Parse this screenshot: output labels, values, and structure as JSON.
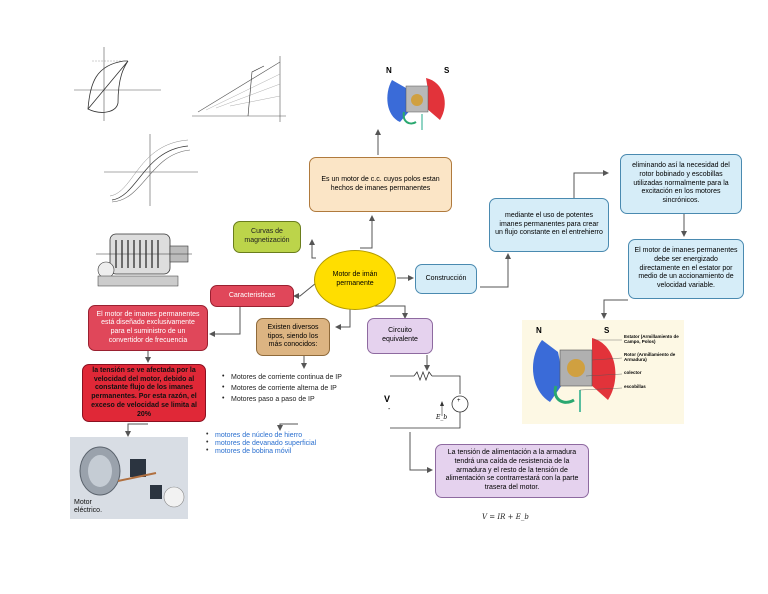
{
  "nodes": {
    "center": "Motor de imán permanente",
    "definition": "Es un motor de c.c. cuyos polos estan hechos de imanes permanentes",
    "curvas": "Curvas de magnetización",
    "caracteristicas": "Caracteristicas",
    "construccion": "Construcción",
    "circuito": "Circuito equivalente",
    "existen": "Existen diversos tipos, siendo los más conocidos:",
    "disenado": "El motor de imanes permanentes está diseñado exclusivamente para el suministro de un convertidor de frecuencia",
    "tension_vel": "la tensión se ve afectada por la velocidad del motor, debido al constante flujo de los imanes permanentes. Por esta razón, el exceso de velocidad se limita al 20%",
    "mediante": "mediante el uso de potentes imanes permanentes para crear un flujo constante en el entrehierro",
    "eliminando": "eliminando así la necesidad del rotor bobinado y escobillas utilizadas normalmente para la excitación en los motores sincrónicos.",
    "estator": "El motor de imanes permanentes debe ser energizado directamente en el estator por medio de un accionamiento de velocidad variable.",
    "tension_alim": "La tensión de alimentación a la armadura tendrá una caída de resistencia de la armadura y el resto de la tensión de alimentación se contrarrestará con la parte trasera del motor."
  },
  "types_list": [
    "Motores de corriente continua de IP",
    "Motores de corriente alterna de IP",
    "Motores paso a paso de IP"
  ],
  "link_list": [
    "motores de núcleo de hierro",
    "motores de devanado superficial",
    "motores de bobina móvil"
  ],
  "equation": "V = IR + E_b",
  "photo_caption": "Motor eléctrico.",
  "circuit": {
    "v_label": "V",
    "eb_label": "E_b",
    "minus": "-",
    "plus": "+"
  },
  "motor_labels": {
    "north": "N",
    "south": "S",
    "estator": "Estator (Armillamiento de Campo, Polos)",
    "rotor": "Rotor (Armillamiento de Armadura)",
    "colector": "colector",
    "escobillas": "escobillas"
  },
  "colors": {
    "center": "#ffde00",
    "yellow": "#fbe5c6",
    "green": "#bcd44a",
    "red": "#e0475a",
    "dark_red": "#e02837",
    "tan": "#dcb482",
    "purple": "#e5d2ee",
    "blue": "#d6edf8",
    "link": "#2a6fcf"
  }
}
